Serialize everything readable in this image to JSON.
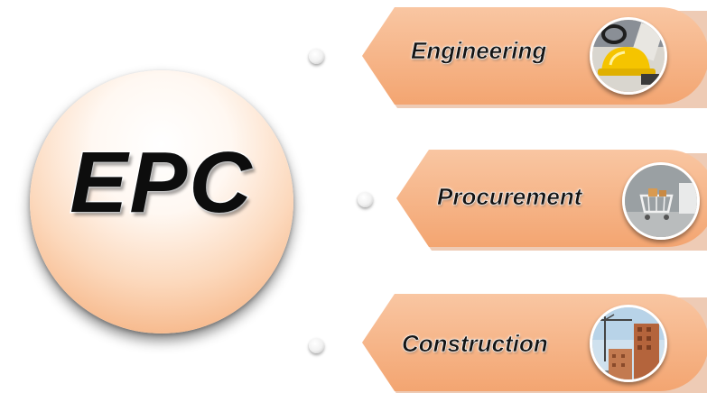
{
  "center": {
    "label": "EPC"
  },
  "items": [
    {
      "label": "Engineering",
      "icon": "safety-gear-icon"
    },
    {
      "label": "Procurement",
      "icon": "shopping-cart-icon"
    },
    {
      "label": "Construction",
      "icon": "building-crane-icon"
    }
  ],
  "colors": {
    "banner_fill": "#f6b68a",
    "banner_shadow": "#d98c5a",
    "circle_edge": "#f3a36a",
    "text": "#141414"
  }
}
